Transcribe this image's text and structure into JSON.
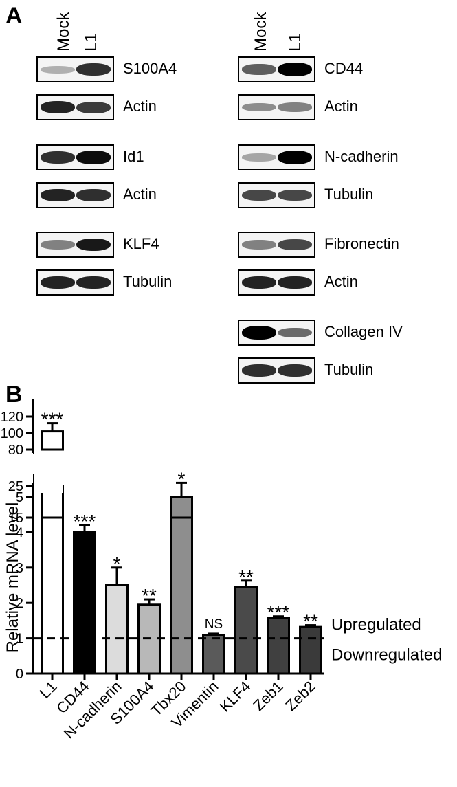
{
  "panels": {
    "a": "A",
    "b": "B"
  },
  "lanes": {
    "mock": "Mock",
    "l1": "L1"
  },
  "blots": {
    "left": [
      {
        "label": "S100A4",
        "mock": 0.25,
        "l1": 0.8
      },
      {
        "label": "Actin",
        "mock": 0.85,
        "l1": 0.75
      },
      {
        "label": "Id1",
        "mock": 0.8,
        "l1": 0.95
      },
      {
        "label": "Actin",
        "mock": 0.85,
        "l1": 0.8
      },
      {
        "label": "KLF4",
        "mock": 0.45,
        "l1": 0.9
      },
      {
        "label": "Tubulin",
        "mock": 0.85,
        "l1": 0.85
      }
    ],
    "right": [
      {
        "label": "CD44",
        "mock": 0.6,
        "l1": 1.0
      },
      {
        "label": "Actin",
        "mock": 0.4,
        "l1": 0.45
      },
      {
        "label": "N-cadherin",
        "mock": 0.3,
        "l1": 1.0
      },
      {
        "label": "Tubulin",
        "mock": 0.7,
        "l1": 0.7
      },
      {
        "label": "Fibronectin",
        "mock": 0.45,
        "l1": 0.7
      },
      {
        "label": "Actin",
        "mock": 0.85,
        "l1": 0.85
      },
      {
        "label": "Collagen IV",
        "mock": 1.0,
        "l1": 0.55
      },
      {
        "label": "Tubulin",
        "mock": 0.8,
        "l1": 0.8
      }
    ]
  },
  "chart_data": {
    "type": "bar",
    "ylabel": "Relative mRNA level",
    "axis_breaks": [
      [
        5,
        15
      ],
      [
        25,
        80
      ]
    ],
    "y_ticks": {
      "lower": [
        "0",
        "1",
        "2",
        "3",
        "4",
        "5"
      ],
      "middle": [
        "15",
        "25"
      ],
      "upper": [
        "80",
        "100",
        "120"
      ]
    },
    "categories": [
      "L1",
      "CD44",
      "N-cadherin",
      "S100A4",
      "Tbx20",
      "Vimentin",
      "KLF4",
      "Zeb1",
      "Zeb2"
    ],
    "values": [
      102,
      4.0,
      2.5,
      1.95,
      21.5,
      1.08,
      2.45,
      1.58,
      1.32
    ],
    "errors": [
      10,
      0.2,
      0.5,
      0.15,
      4.5,
      0.05,
      0.18,
      0.04,
      0.05
    ],
    "significance": [
      "***",
      "***",
      "*",
      "**",
      "*",
      "NS",
      "**",
      "***",
      "**"
    ],
    "bar_colors": [
      "#ffffff",
      "#000000",
      "#dcdcdc",
      "#b8b8b8",
      "#8e8e8e",
      "#5a5a5a",
      "#4a4a4a",
      "#404040",
      "#3a3a3a"
    ],
    "reference_line": {
      "value": 1,
      "style": "dashed"
    },
    "annotations": [
      "Upregulated",
      "Downregulated"
    ]
  }
}
